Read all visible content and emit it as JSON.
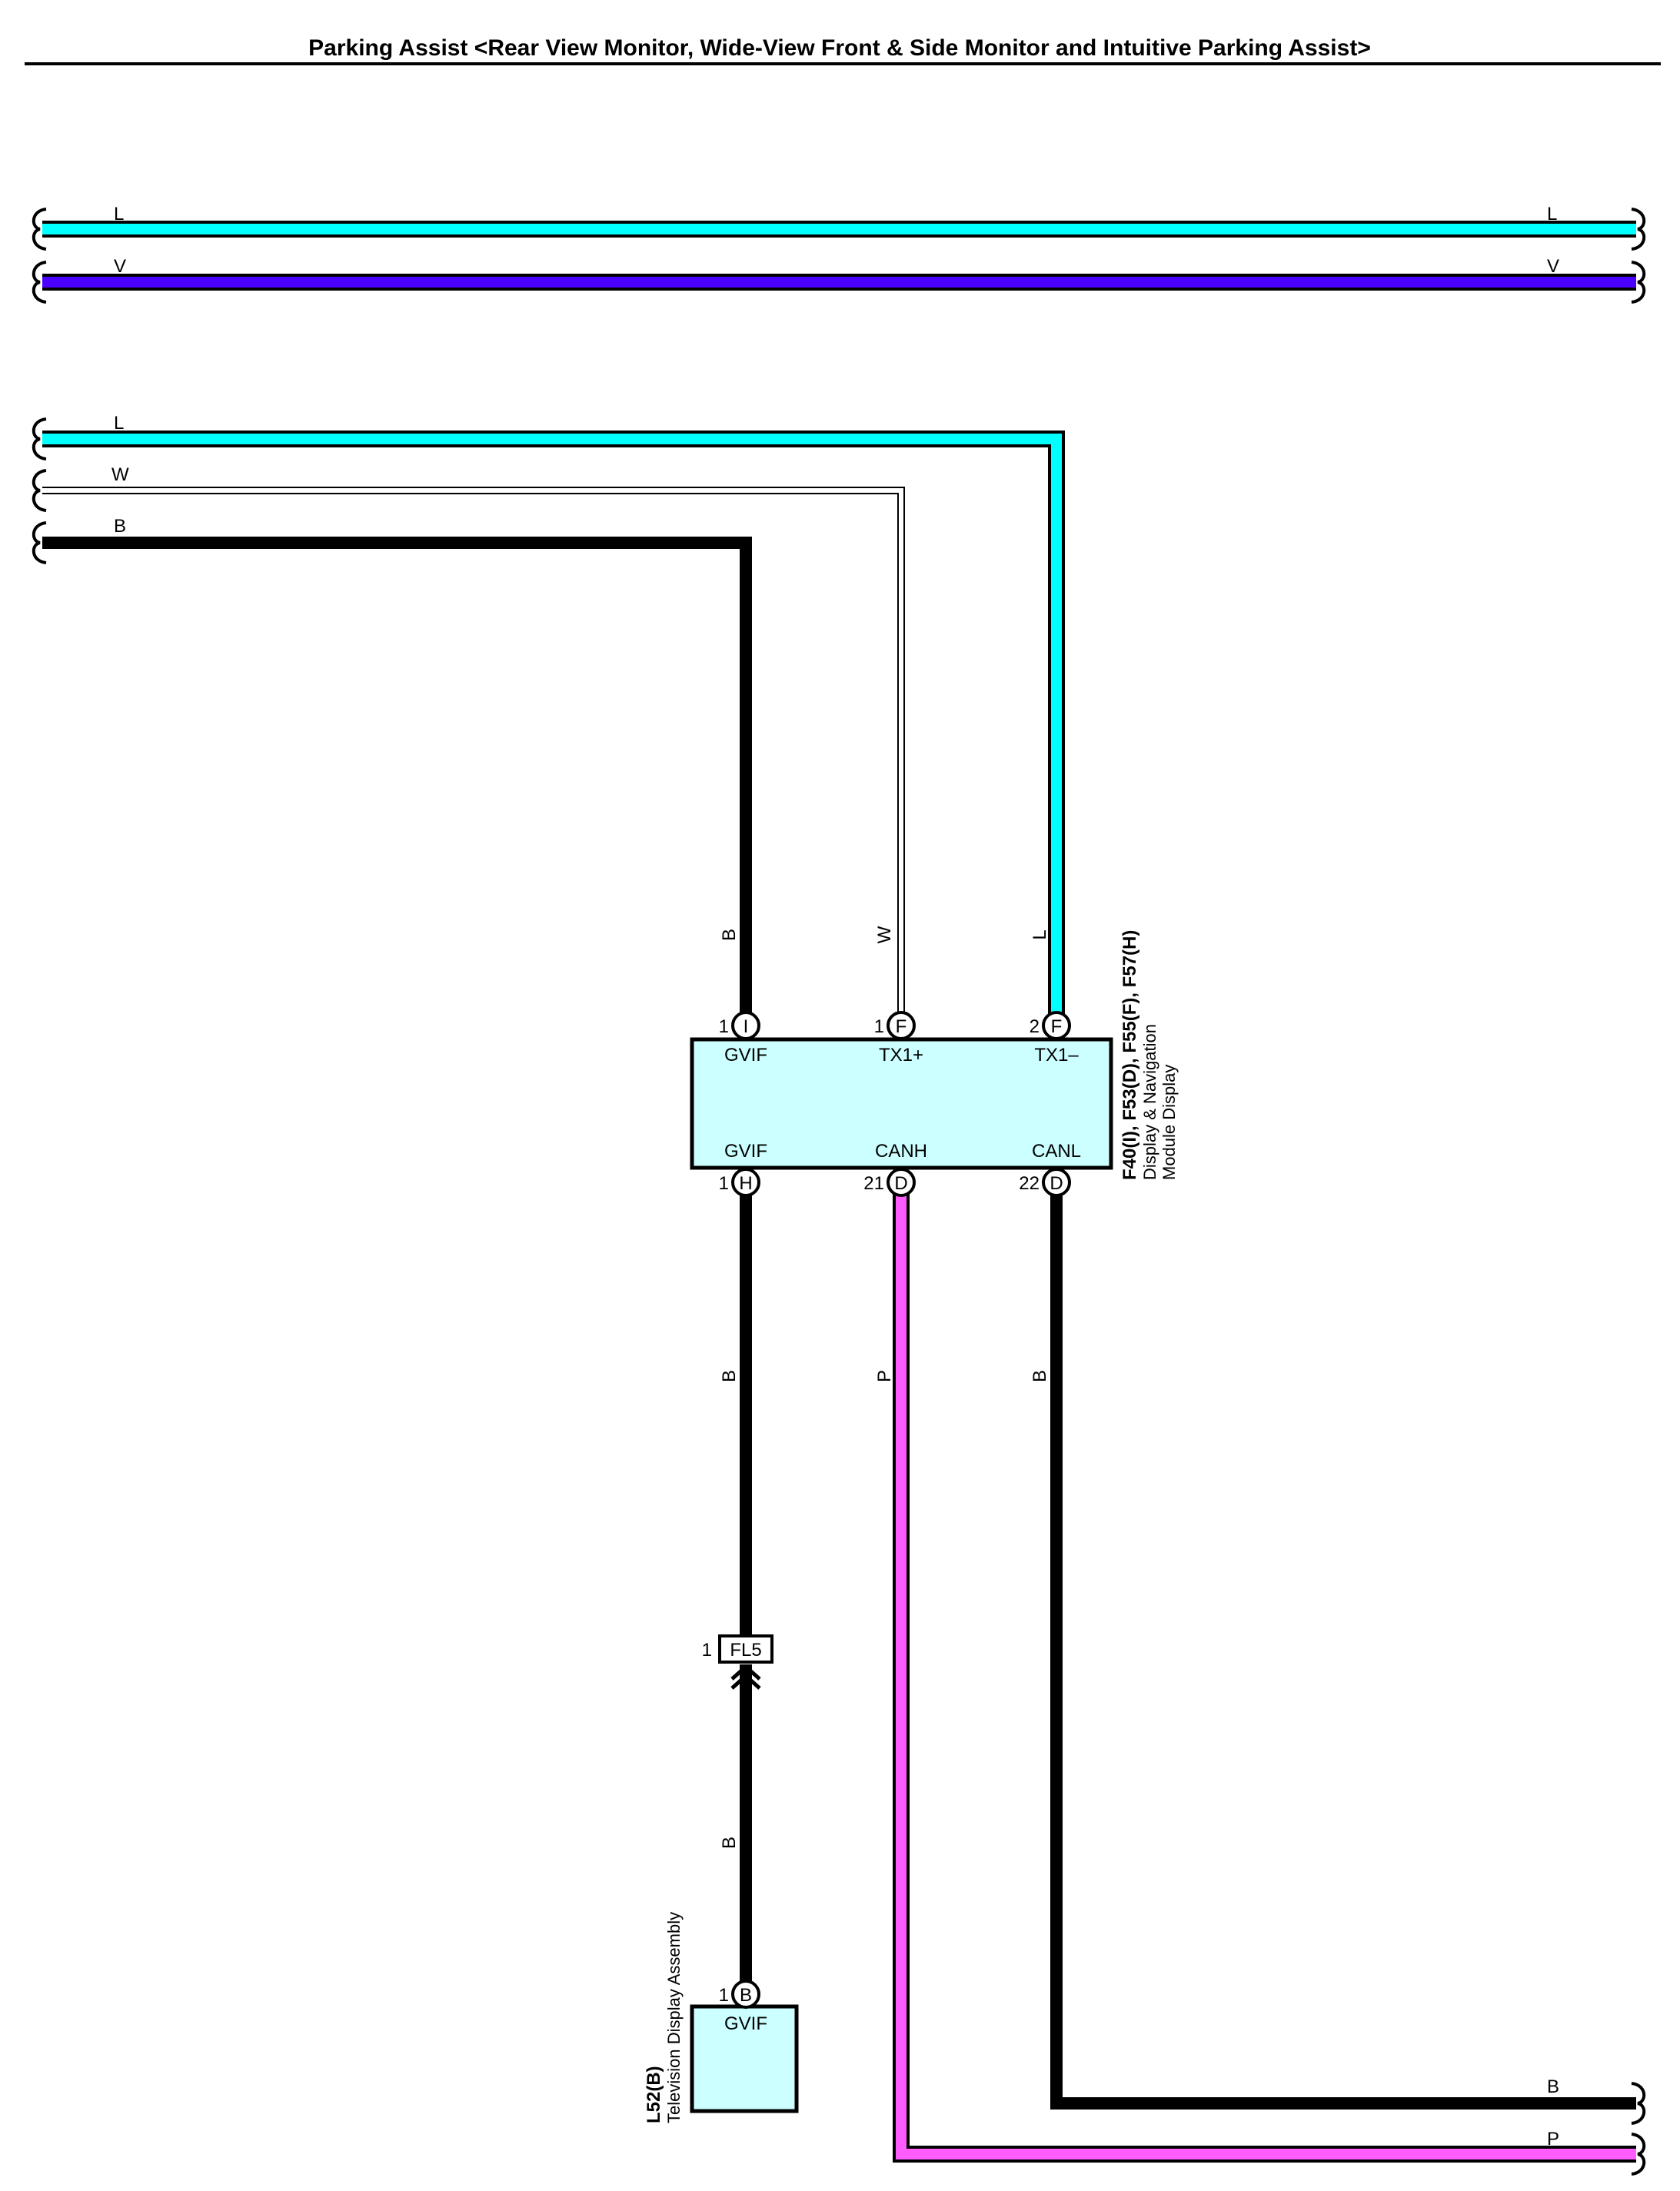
{
  "title": "Parking Assist <Rear View Monitor, Wide-View Front & Side Monitor and Intuitive Parking Assist>",
  "colors": {
    "L": "#00ffff",
    "V": "#4b00ff",
    "W": "#ffffff",
    "B": "#000000",
    "P": "#ff5cff",
    "component_fill": "#ccffff"
  },
  "wires": {
    "top_L": {
      "color_code": "L",
      "label_left": "L",
      "label_right": "L"
    },
    "top_V": {
      "color_code": "V",
      "label_left": "V",
      "label_right": "V"
    },
    "tx_minus_L": {
      "color_code": "L",
      "label_left": "L",
      "label_vertical": "L"
    },
    "tx_plus_W": {
      "color_code": "W",
      "label_left": "W",
      "label_vertical": "W"
    },
    "gvif_in_B": {
      "color_code": "B",
      "label_left": "B",
      "label_vertical": "B"
    },
    "gvif_out_B": {
      "color_code": "B",
      "label_upper": "B",
      "label_lower": "B"
    },
    "canh_P": {
      "color_code": "P",
      "label_vertical": "P",
      "label_right": "P"
    },
    "canl_B": {
      "color_code": "B",
      "label_vertical": "B",
      "label_right": "B"
    }
  },
  "display_module": {
    "code": "F40(I), F53(D), F55(F), F57(H)",
    "name_line1": "Display & Navigation",
    "name_line2": "Module Display",
    "pins": {
      "gvif_in": {
        "number": "1",
        "connector": "I",
        "terminal": "GVIF"
      },
      "tx1_plus": {
        "number": "1",
        "connector": "F",
        "terminal": "TX1+"
      },
      "tx1_minus": {
        "number": "2",
        "connector": "F",
        "terminal": "TX1–"
      },
      "gvif_out": {
        "number": "1",
        "connector": "H",
        "terminal": "GVIF"
      },
      "canh": {
        "number": "21",
        "connector": "D",
        "terminal": "CANH"
      },
      "canl": {
        "number": "22",
        "connector": "D",
        "terminal": "CANL"
      }
    }
  },
  "junction": {
    "number": "1",
    "label": "FL5"
  },
  "tv_display": {
    "code": "L52(B)",
    "name": "Television Display Assembly",
    "pin": {
      "number": "1",
      "connector": "B",
      "terminal": "GVIF"
    }
  }
}
